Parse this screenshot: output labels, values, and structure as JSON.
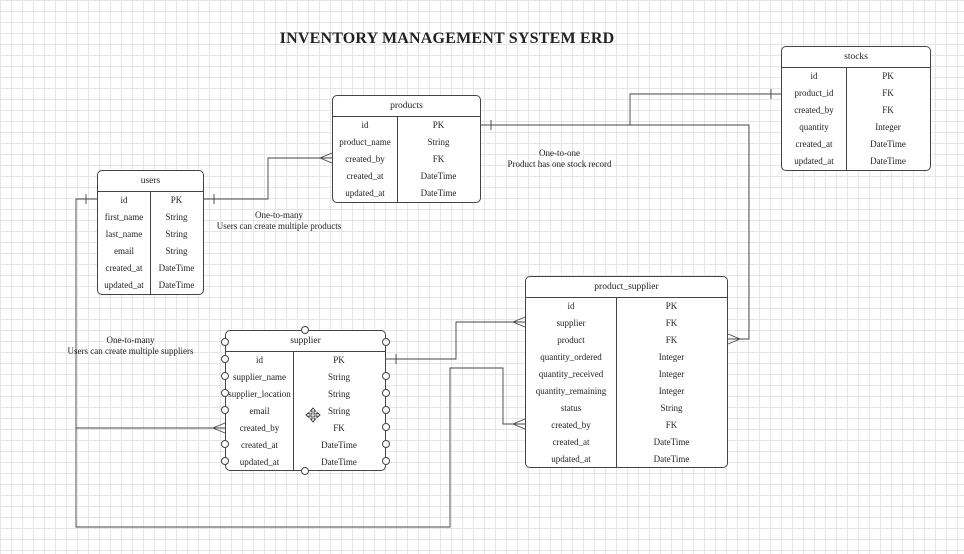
{
  "title": "INVENTORY MANAGEMENT SYSTEM ERD",
  "entities": {
    "products": {
      "name": "products",
      "rows": [
        [
          "id",
          "PK"
        ],
        [
          "product_name",
          "String"
        ],
        [
          "created_by",
          "FK"
        ],
        [
          "created_at",
          "DateTime"
        ],
        [
          "updated_at",
          "DateTime"
        ]
      ]
    },
    "stocks": {
      "name": "stocks",
      "rows": [
        [
          "id",
          "PK"
        ],
        [
          "product_id",
          "FK"
        ],
        [
          "created_by",
          "FK"
        ],
        [
          "quantity",
          "Integer"
        ],
        [
          "created_at",
          "DateTime"
        ],
        [
          "updated_at",
          "DateTime"
        ]
      ]
    },
    "users": {
      "name": "users",
      "rows": [
        [
          "id",
          "PK"
        ],
        [
          "first_name",
          "String"
        ],
        [
          "last_name",
          "String"
        ],
        [
          "email",
          "String"
        ],
        [
          "created_at",
          "DateTime"
        ],
        [
          "updated_at",
          "DateTime"
        ]
      ]
    },
    "product_supplier": {
      "name": "product_supplier",
      "rows": [
        [
          "id",
          "PK"
        ],
        [
          "supplier",
          "FK"
        ],
        [
          "product",
          "FK"
        ],
        [
          "quantity_ordered",
          "Integer"
        ],
        [
          "quantity_received",
          "Integer"
        ],
        [
          "quantity_remaining",
          "Integer"
        ],
        [
          "status",
          "String"
        ],
        [
          "created_by",
          "FK"
        ],
        [
          "created_at",
          "DateTime"
        ],
        [
          "updated_at",
          "DateTime"
        ]
      ]
    },
    "supplier": {
      "name": "supplier",
      "rows": [
        [
          "id",
          "PK"
        ],
        [
          "supplier_name",
          "String"
        ],
        [
          "supplier_location",
          "String"
        ],
        [
          "email",
          "String"
        ],
        [
          "created_by",
          "FK"
        ],
        [
          "created_at",
          "DateTime"
        ],
        [
          "updated_at",
          "DateTime"
        ]
      ]
    }
  },
  "notes": {
    "one_to_one": {
      "line1": "One-to-one",
      "line2": "Product has one stock record"
    },
    "users_products": {
      "line1": "One-to-many",
      "line2": "Users can create multiple products"
    },
    "users_suppliers": {
      "line1": "One-to-many",
      "line2": "Users can create multiple suppliers"
    }
  }
}
